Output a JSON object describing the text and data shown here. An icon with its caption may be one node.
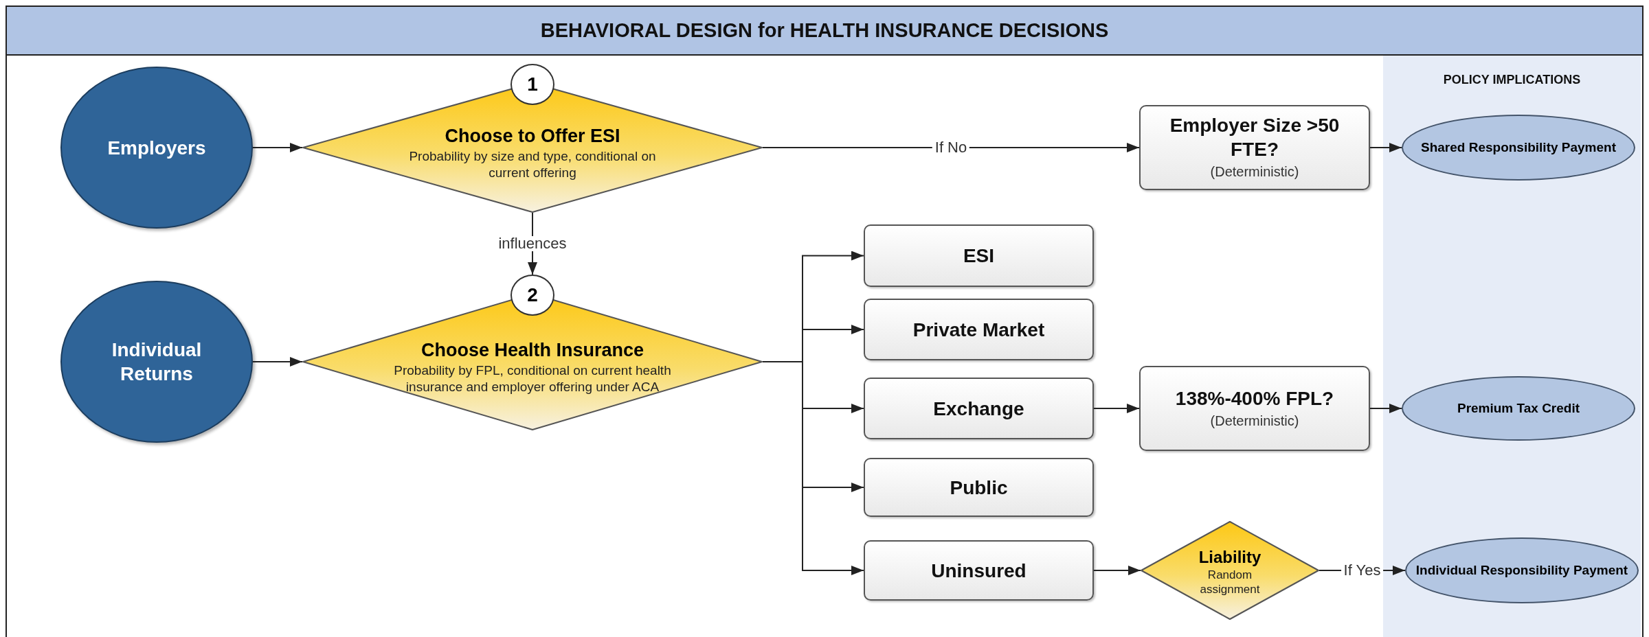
{
  "diagram": {
    "title": "BEHAVIORAL DESIGN for HEALTH INSURANCE DECISIONS",
    "nodes": [
      {
        "text": [
          "Employers"
        ]
      },
      {
        "text": [
          "1"
        ]
      },
      {
        "text": [
          "Choose to Offer ESI",
          "Probability by size and type, conditional on current offering"
        ]
      },
      {
        "text": [
          "Employer Size >50 FTE?",
          "(Deterministic)"
        ]
      },
      {
        "text": [
          "POLICY IMPLICATIONS"
        ]
      },
      {
        "text": [
          "Shared Responsibility Payment"
        ],
        "in": 4
      },
      {
        "text": [
          "Individual Returns"
        ]
      },
      {
        "text": [
          "2"
        ]
      },
      {
        "text": [
          "Choose Health Insurance",
          "Probability by FPL, conditional on current health insurance and employer offering under ACA"
        ]
      },
      {
        "text": [
          "ESI"
        ]
      },
      {
        "text": [
          "Private Market"
        ]
      },
      {
        "text": [
          "Exchange"
        ]
      },
      {
        "text": [
          "138%-400% FPL?",
          "(Deterministic)"
        ]
      },
      {
        "text": [
          "Premium Tax Credit"
        ],
        "in": 4
      },
      {
        "text": [
          "Public"
        ]
      },
      {
        "text": [
          "Uninsured"
        ]
      },
      {
        "text": [
          "Liability",
          "Random assignment"
        ]
      },
      {
        "text": [
          "Individual Responsibility Payment"
        ],
        "in": 4
      }
    ],
    "edges": [
      {
        "from": 0,
        "to": 2,
        "arrow": "to"
      },
      {
        "from": 2,
        "to": 3,
        "arrow": "to",
        "label": "If No"
      },
      {
        "from": 3,
        "to": 5,
        "arrow": "to"
      },
      {
        "from": 2,
        "to": 7,
        "arrow": "to",
        "label": "influences"
      },
      {
        "from": 6,
        "to": 8,
        "arrow": "to"
      },
      {
        "from": 8,
        "to": 9,
        "arrow": "to"
      },
      {
        "from": 8,
        "to": 10,
        "arrow": "to"
      },
      {
        "from": 8,
        "to": 11,
        "arrow": "to"
      },
      {
        "from": 8,
        "to": 14,
        "arrow": "to"
      },
      {
        "from": 8,
        "to": 15,
        "arrow": "to"
      },
      {
        "from": 11,
        "to": 12,
        "arrow": "to"
      },
      {
        "from": 12,
        "to": 13,
        "arrow": "to"
      },
      {
        "from": 15,
        "to": 16,
        "arrow": "to"
      },
      {
        "from": 16,
        "to": 17,
        "arrow": "to",
        "label": "If Yes"
      }
    ]
  }
}
